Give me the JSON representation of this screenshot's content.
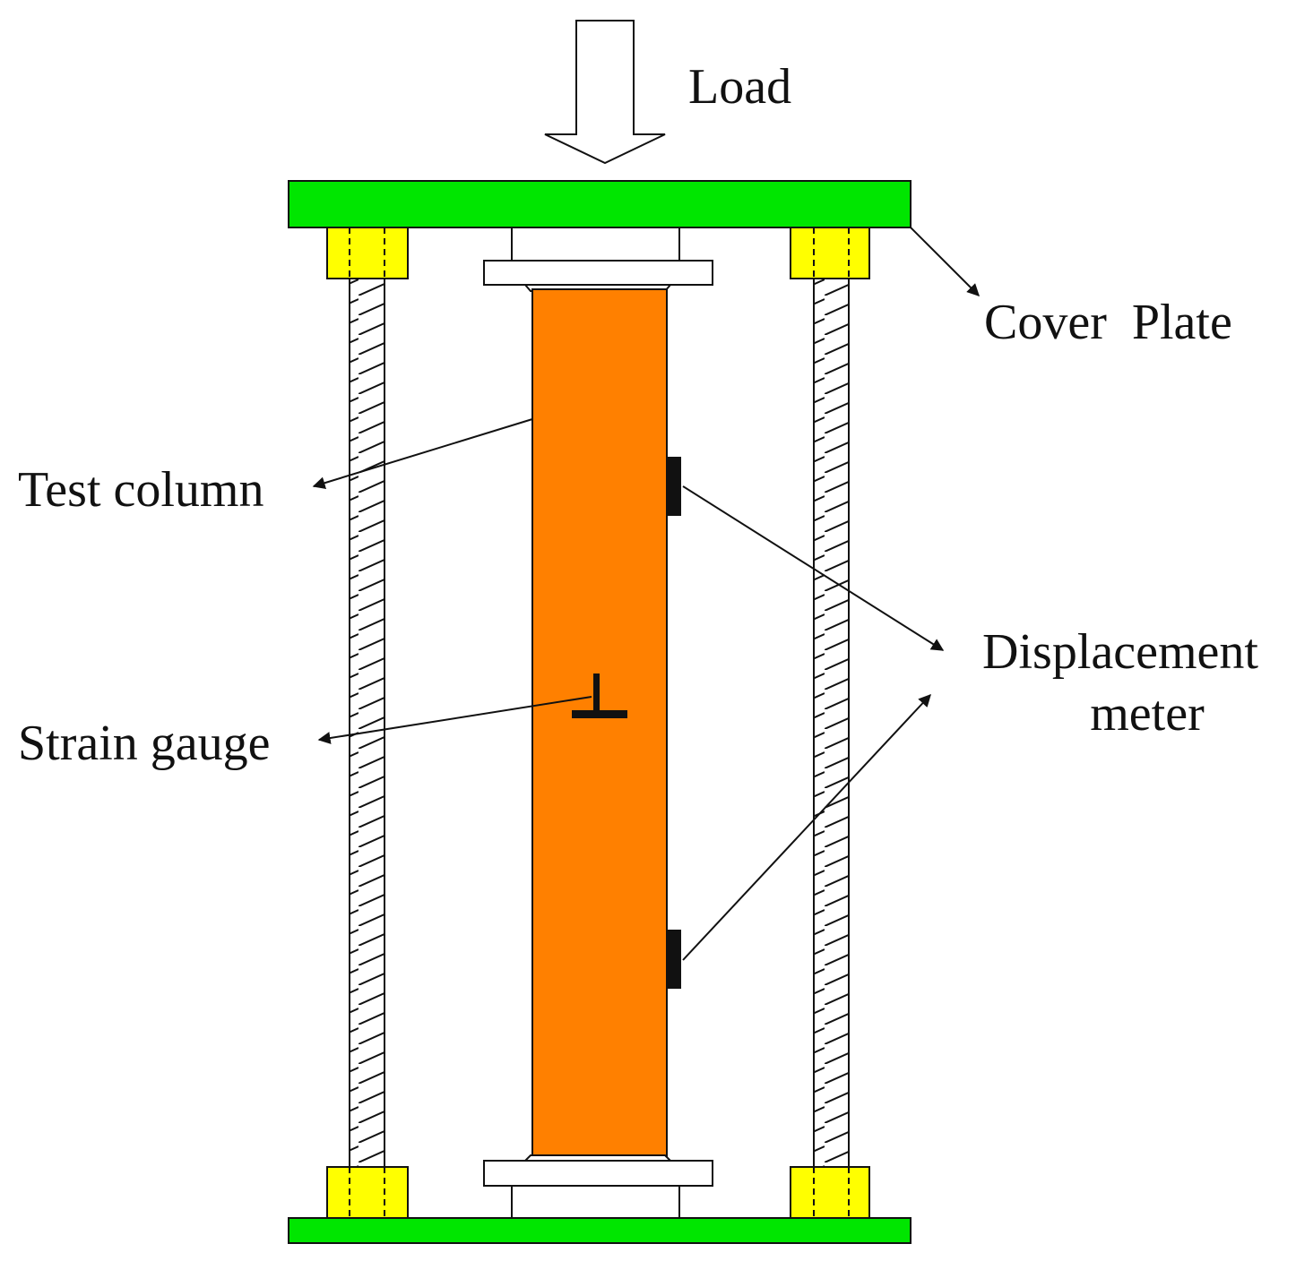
{
  "labels": {
    "load": "Load",
    "cover_plate": "Cover  Plate",
    "test_column": "Test column",
    "strain_gauge": "Strain gauge",
    "displacement_line1": "Displacement",
    "displacement_line2": "meter"
  },
  "colors": {
    "cover_plate": "#00E600",
    "nut": "#FFFF00",
    "column": "#FF8000",
    "outline": "#111111",
    "background": "#FFFFFF"
  }
}
